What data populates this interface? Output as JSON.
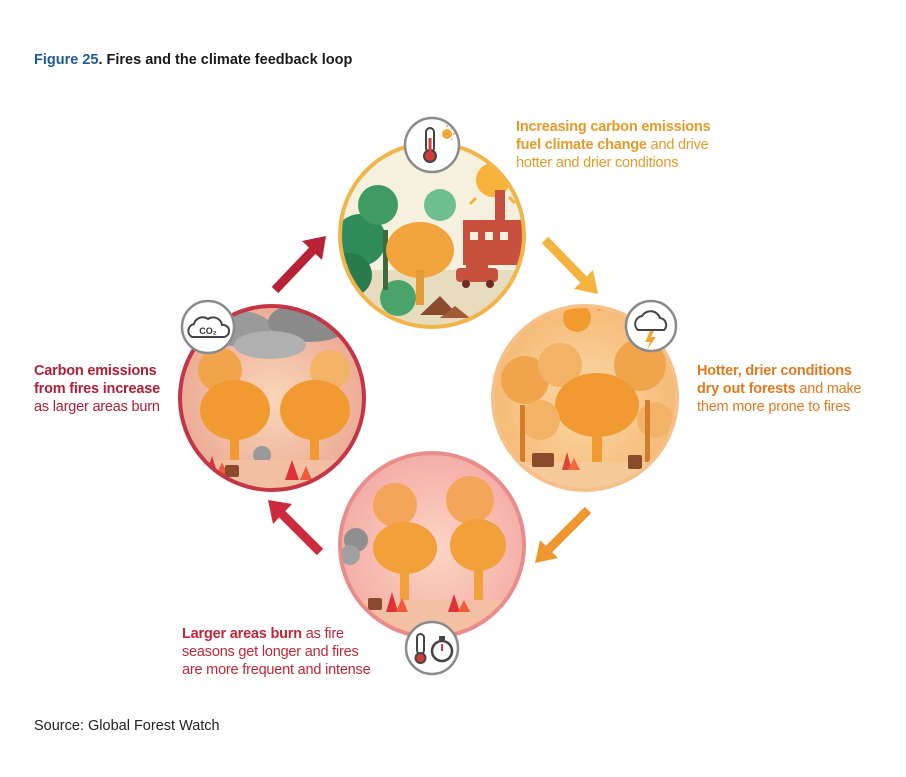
{
  "figure": {
    "number": "Figure 25",
    "title": "Fires and the climate feedback loop"
  },
  "stages": [
    {
      "id": "top",
      "bold": "Increasing carbon emissions fuel climate change",
      "rest": " and drive hotter and drier conditions",
      "icon": "thermometer-sun-icon",
      "color": "#e9a23b"
    },
    {
      "id": "right",
      "bold": "Hotter, drier conditions dry out forests",
      "rest": " and make them more prone to fires",
      "icon": "storm-cloud-icon",
      "color": "#e8862a"
    },
    {
      "id": "bottom",
      "bold": "Larger areas burn",
      "rest": " as fire seasons get longer and fires are more frequent and intense",
      "icon": "stopwatch-thermometer-icon",
      "color": "#c8283c"
    },
    {
      "id": "left",
      "bold": "Carbon emissions from fires increase",
      "rest": " as larger areas burn",
      "icon": "co2-cloud-icon",
      "icon_text": "CO₂",
      "color": "#b01f35"
    }
  ],
  "source": "Source: Global Forest Watch"
}
